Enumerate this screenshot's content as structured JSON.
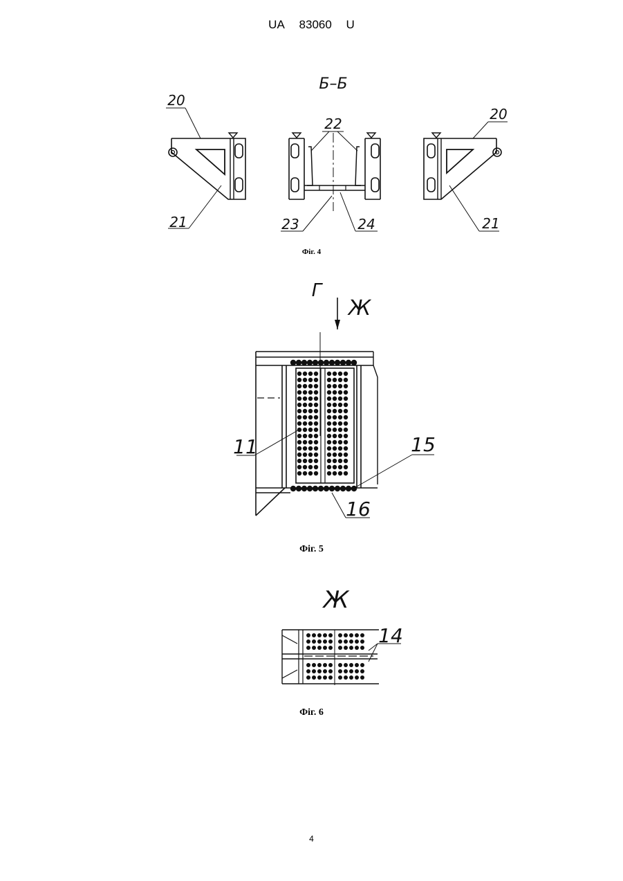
{
  "header": {
    "office": "UA",
    "number": "83060",
    "kind": "U"
  },
  "page_number": "4",
  "figures": {
    "fig4": {
      "caption": "Фіг. 4",
      "section_label": "Б–Б",
      "labels": {
        "l20a": "20",
        "l20b": "20",
        "l22": "22",
        "l21a": "21",
        "l21b": "21",
        "l23": "23",
        "l24": "24"
      }
    },
    "fig5": {
      "caption": "Фіг. 5",
      "label_g": "Г",
      "label_zh": "Ж",
      "labels": {
        "l11": "11",
        "l15": "15",
        "l16": "16"
      }
    },
    "fig6": {
      "caption": "Фіг. 6",
      "view_label": "Ж",
      "labels": {
        "l14": "14"
      }
    }
  }
}
